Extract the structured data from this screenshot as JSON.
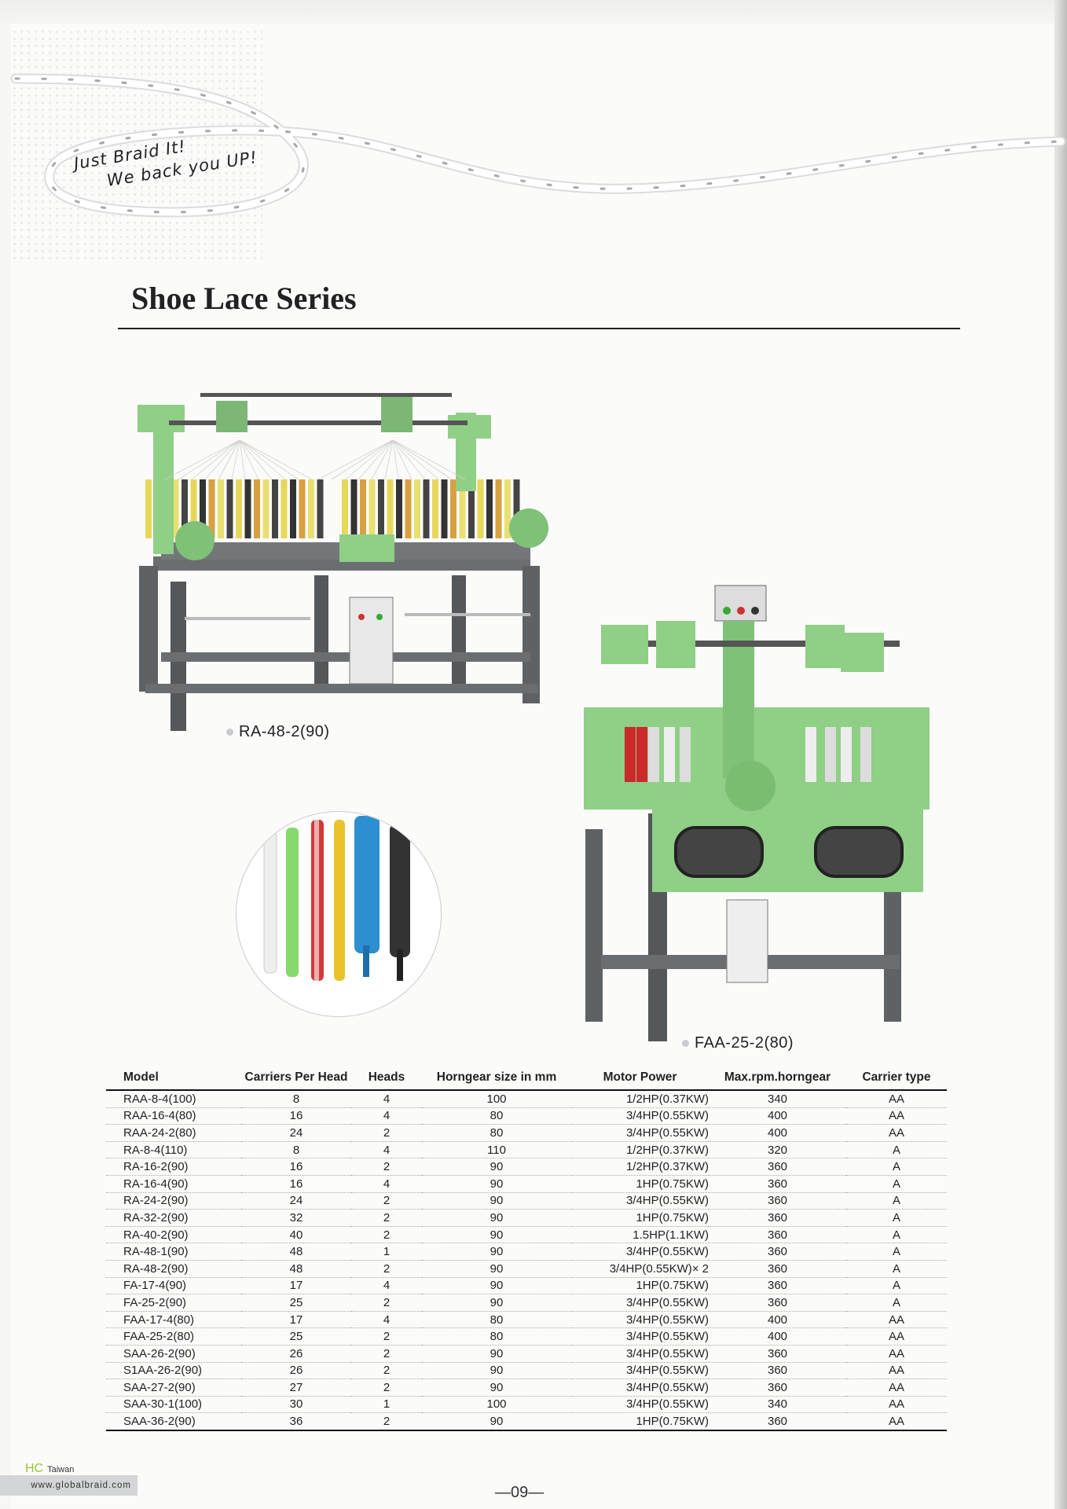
{
  "header": {
    "slogan_line1": "Just Braid It!",
    "slogan_line2": "We back you UP!"
  },
  "section_title": "Shoe Lace Series",
  "machines": [
    {
      "model_caption": "RA-48-2(90)"
    },
    {
      "model_caption": "FAA-25-2(80)"
    }
  ],
  "colors": {
    "frame": "#6b6e70",
    "machine_green": "#8fcf86",
    "accent_green": "#9ac23c"
  },
  "table": {
    "headers": [
      "Model",
      "Carriers Per Head",
      "Heads",
      "Horngear size in mm",
      "Motor Power",
      "Max.rpm.horngear",
      "Carrier type"
    ],
    "rows": [
      [
        "RAA-8-4(100)",
        "8",
        "4",
        "100",
        "1/2HP(0.37KW)",
        "340",
        "AA"
      ],
      [
        "RAA-16-4(80)",
        "16",
        "4",
        "80",
        "3/4HP(0.55KW)",
        "400",
        "AA"
      ],
      [
        "RAA-24-2(80)",
        "24",
        "2",
        "80",
        "3/4HP(0.55KW)",
        "400",
        "AA"
      ],
      [
        "RA-8-4(110)",
        "8",
        "4",
        "110",
        "1/2HP(0.37KW)",
        "320",
        "A"
      ],
      [
        "RA-16-2(90)",
        "16",
        "2",
        "90",
        "1/2HP(0.37KW)",
        "360",
        "A"
      ],
      [
        "RA-16-4(90)",
        "16",
        "4",
        "90",
        "1HP(0.75KW)",
        "360",
        "A"
      ],
      [
        "RA-24-2(90)",
        "24",
        "2",
        "90",
        "3/4HP(0.55KW)",
        "360",
        "A"
      ],
      [
        "RA-32-2(90)",
        "32",
        "2",
        "90",
        "1HP(0.75KW)",
        "360",
        "A"
      ],
      [
        "RA-40-2(90)",
        "40",
        "2",
        "90",
        "1.5HP(1.1KW)",
        "360",
        "A"
      ],
      [
        "RA-48-1(90)",
        "48",
        "1",
        "90",
        "3/4HP(0.55KW)",
        "360",
        "A"
      ],
      [
        "RA-48-2(90)",
        "48",
        "2",
        "90",
        "3/4HP(0.55KW)× 2",
        "360",
        "A"
      ],
      [
        "FA-17-4(90)",
        "17",
        "4",
        "90",
        "1HP(0.75KW)",
        "360",
        "A"
      ],
      [
        "FA-25-2(90)",
        "25",
        "2",
        "90",
        "3/4HP(0.55KW)",
        "360",
        "A"
      ],
      [
        "FAA-17-4(80)",
        "17",
        "4",
        "80",
        "3/4HP(0.55KW)",
        "400",
        "AA"
      ],
      [
        "FAA-25-2(80)",
        "25",
        "2",
        "80",
        "3/4HP(0.55KW)",
        "400",
        "AA"
      ],
      [
        "SAA-26-2(90)",
        "26",
        "2",
        "90",
        "3/4HP(0.55KW)",
        "360",
        "AA"
      ],
      [
        "S1AA-26-2(90)",
        "26",
        "2",
        "90",
        "3/4HP(0.55KW)",
        "360",
        "AA"
      ],
      [
        "SAA-27-2(90)",
        "27",
        "2",
        "90",
        "3/4HP(0.55KW)",
        "360",
        "AA"
      ],
      [
        "SAA-30-1(100)",
        "30",
        "1",
        "100",
        "3/4HP(0.55KW)",
        "340",
        "AA"
      ],
      [
        "SAA-36-2(90)",
        "36",
        "2",
        "90",
        "1HP(0.75KW)",
        "360",
        "AA"
      ]
    ]
  },
  "footer": {
    "brand": "HC",
    "country": "Taiwan",
    "website": "www.globalbraid.com",
    "page_number": "—09—"
  }
}
